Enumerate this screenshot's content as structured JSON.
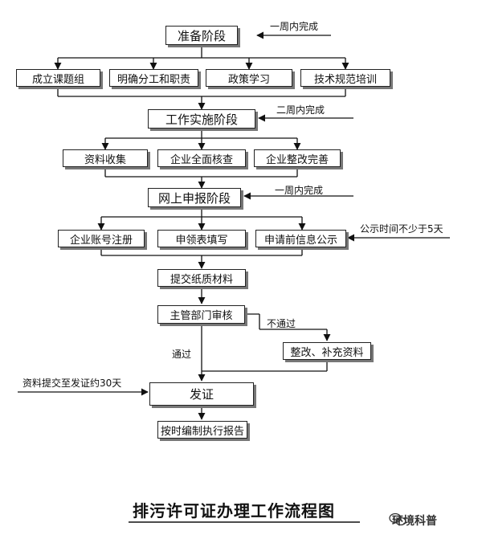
{
  "stages": {
    "prep": "准备阶段",
    "work": "工作实施阶段",
    "online": "网上申报阶段"
  },
  "prep_items": [
    "成立课题组",
    "明确分工和职责",
    "政策学习",
    "技术规范培训"
  ],
  "work_items": [
    "资料收集",
    "企业全面核查",
    "企业整改完善"
  ],
  "online_items": [
    "企业账号注册",
    "申领表填写",
    "申请前信息公示"
  ],
  "steps": {
    "paper": "提交纸质材料",
    "review": "主管部门审核",
    "fix": "整改、补充资料",
    "issue": "发证",
    "report": "按时编制执行报告"
  },
  "notes": {
    "prep_time": "一周内完成",
    "work_time": "二周内完成",
    "online_time": "一周内完成",
    "publicity": "公示时间不少于5天",
    "fail": "不通过",
    "pass": "通过",
    "issue_time": "资料提交至发证约30天"
  },
  "title": "排污许可证办理工作流程图",
  "watermark": "环境科普"
}
